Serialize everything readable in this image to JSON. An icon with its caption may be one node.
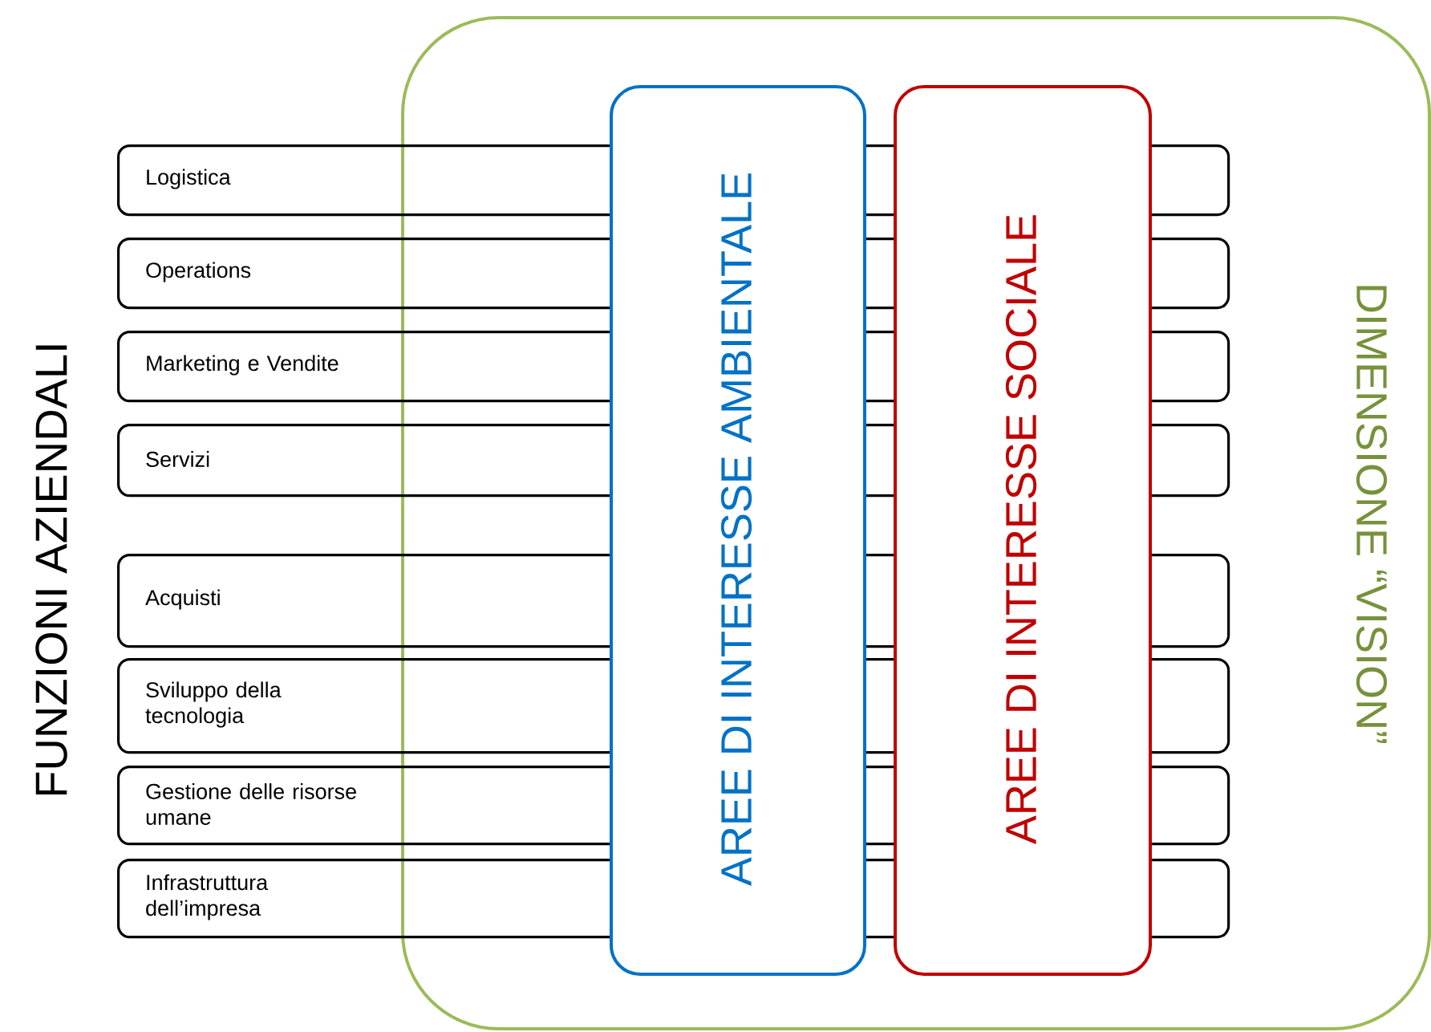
{
  "diagram": {
    "nodes": [
      {
        "text": [
          "DIMENSIONE “VISION”"
        ]
      },
      {
        "text": [
          "AREE DI INTERESSE AMBIENTALE"
        ],
        "in": 0
      },
      {
        "text": [
          "AREE DI INTERESSE SOCIALE"
        ],
        "in": 0
      },
      {
        "text": [
          "Logistica"
        ]
      },
      {
        "text": [
          "Operations"
        ]
      },
      {
        "text": [
          "Marketing e Vendite"
        ]
      },
      {
        "text": [
          "Servizi"
        ]
      },
      {
        "text": [
          "Acquisti"
        ]
      },
      {
        "text": [
          "Sviluppo della tecnologia"
        ]
      },
      {
        "text": [
          "Gestione delle risorse umane"
        ]
      },
      {
        "text": [
          "Infrastruttura dell’impresa"
        ]
      }
    ],
    "labels": [
      "FUNZIONI AZIENDALI"
    ]
  }
}
